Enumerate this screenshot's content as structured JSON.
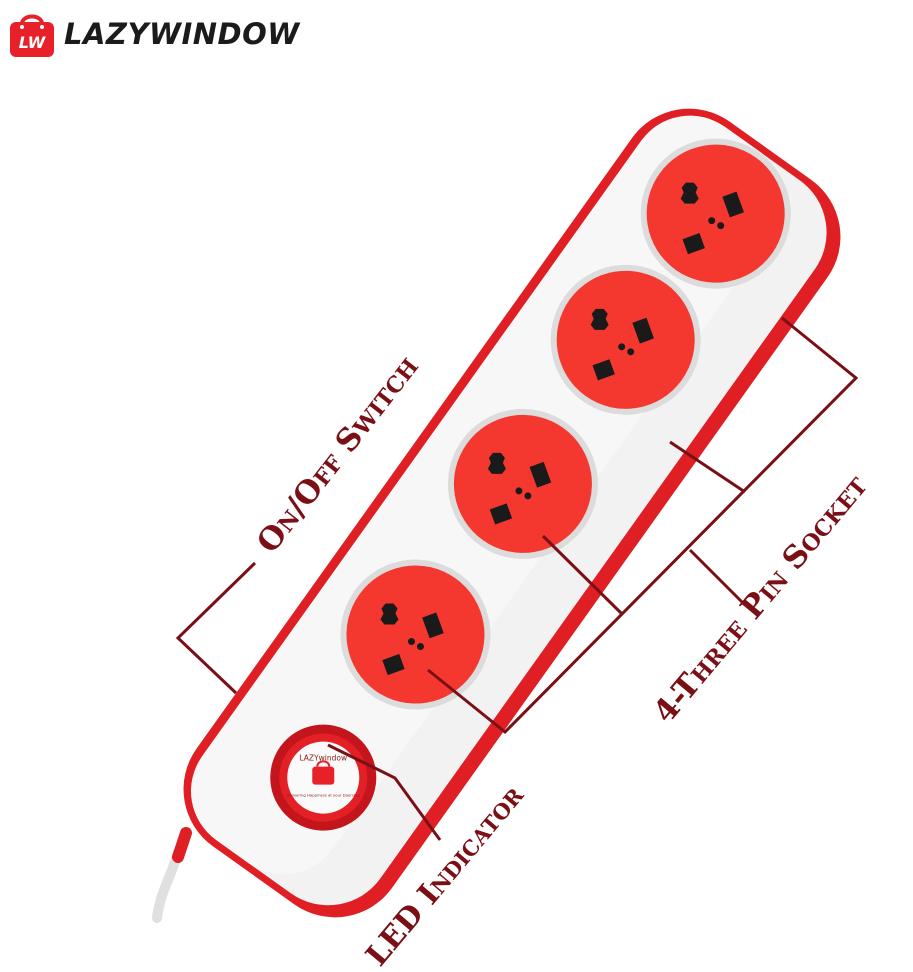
{
  "brand": {
    "logo_icon": "shopping-bag-icon",
    "logo_initials": "LW",
    "name": "LAZYWINDOW",
    "primary_color": "#e8202a",
    "dark_color": "#1b1b1b"
  },
  "product": {
    "body_color": "#f2f2f2",
    "accent_color": "#e01f25",
    "socket_color": "#f4382f",
    "socket_count": 4,
    "switch_label": "LAZYwindow",
    "switch_tagline": "Delivering Happiness at your Doorstep"
  },
  "callouts": {
    "switch": "On/Off Switch",
    "sockets": "4-Three Pin Socket",
    "led": "LED Indicator",
    "line_color": "#7a0f16"
  }
}
